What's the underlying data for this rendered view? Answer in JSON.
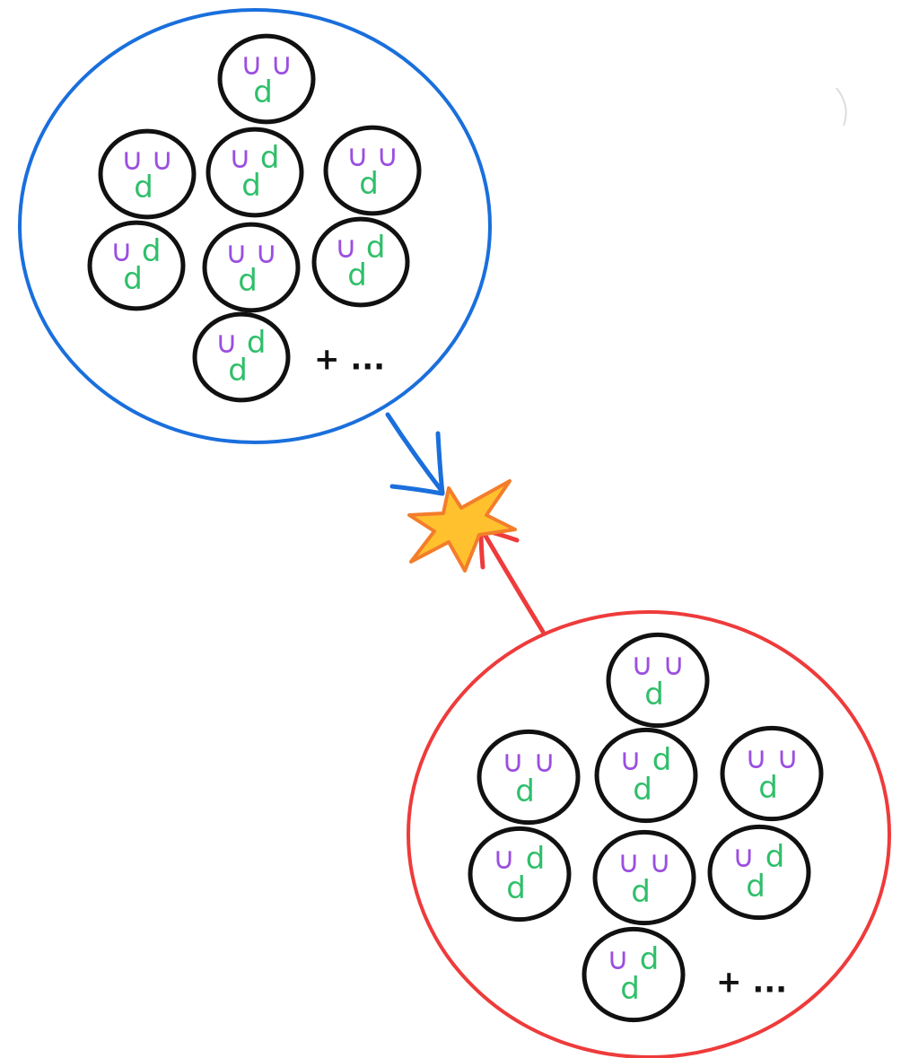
{
  "colors": {
    "nucleus_a": "#1a6fdc",
    "nucleus_b": "#ee3b3b",
    "nucleon_outline": "#111111",
    "quark_u": "#9b4fe0",
    "quark_d": "#2fbf6a",
    "collision_fill": "#ffc12e",
    "collision_edge": "#f37d2b"
  },
  "glyphs": {
    "u": "∪",
    "d": "d"
  },
  "nuclei": [
    {
      "name": "nucleus-a",
      "more_label": "+ ...",
      "nucleons": [
        {
          "top": [
            "u",
            "u"
          ],
          "bottom": [
            "d"
          ]
        },
        {
          "top": [
            "u",
            "u"
          ],
          "bottom": [
            "d"
          ]
        },
        {
          "top": [
            "u",
            "d"
          ],
          "bottom": [
            "d"
          ]
        },
        {
          "top": [
            "u",
            "u"
          ],
          "bottom": [
            "d"
          ]
        },
        {
          "top": [
            "u",
            "d"
          ],
          "bottom": [
            "d"
          ]
        },
        {
          "top": [
            "u",
            "u"
          ],
          "bottom": [
            "d"
          ]
        },
        {
          "top": [
            "u",
            "d"
          ],
          "bottom": [
            "d"
          ]
        },
        {
          "top": [
            "u",
            "d"
          ],
          "bottom": [
            "d"
          ]
        }
      ]
    },
    {
      "name": "nucleus-b",
      "more_label": "+ ...",
      "nucleons": [
        {
          "top": [
            "u",
            "u"
          ],
          "bottom": [
            "d"
          ]
        },
        {
          "top": [
            "u",
            "u"
          ],
          "bottom": [
            "d"
          ]
        },
        {
          "top": [
            "u",
            "d"
          ],
          "bottom": [
            "d"
          ]
        },
        {
          "top": [
            "u",
            "u"
          ],
          "bottom": [
            "d"
          ]
        },
        {
          "top": [
            "u",
            "d"
          ],
          "bottom": [
            "d"
          ]
        },
        {
          "top": [
            "u",
            "u"
          ],
          "bottom": [
            "d"
          ]
        },
        {
          "top": [
            "u",
            "d"
          ],
          "bottom": [
            "d"
          ]
        },
        {
          "top": [
            "u",
            "d"
          ],
          "bottom": [
            "d"
          ]
        }
      ]
    }
  ]
}
